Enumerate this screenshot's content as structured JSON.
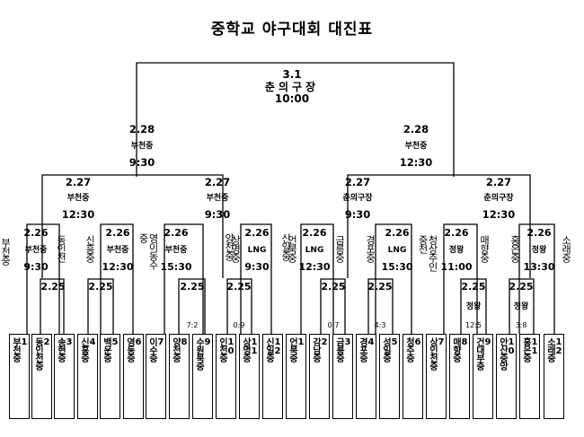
{
  "title": "중학교 야구대회 대진표",
  "teams": [
    "1\n부천중",
    "2\n동인천중",
    "3\n송현중",
    "4\n신흥중",
    "5\n백운중",
    "6\n영동중",
    "7\n이수중",
    "8\n양천중",
    "9\n수원북중",
    "10\n인천중",
    "11\n상명중",
    "12\n신일중",
    "1\n언북중",
    "2\n강남중",
    "3\n금릉중",
    "4\n경포중",
    "5\n성일중",
    "6\n청주중",
    "7\n상인천중",
    "8\n매향중",
    "9\n건대부중",
    "10\n안산중앙",
    "11\n홍은중",
    "12\n소래중"
  ],
  "matches": {
    "final": {
      "date": "3.1",
      "venue": "춘의구장",
      "time": "10:00"
    },
    "semi_left": {
      "date": "2.28",
      "venue": "부천중",
      "time": "9:30"
    },
    "semi_right": {
      "date": "2.28",
      "venue": "부천중",
      "time": "12:30"
    },
    "qf1": {
      "date": "2.27",
      "venue": "부천중",
      "time": "12:30"
    },
    "qf2": {
      "date": "2.27",
      "venue": "부천중",
      "time": "9:30"
    },
    "qf3": {
      "date": "2.27",
      "venue": "춘의구장",
      "time": "9:30"
    },
    "qf4": {
      "date": "2.27",
      "venue": "춘의구장",
      "time": "12:30"
    },
    "r16_1": {
      "date": "2.26",
      "venue": "부천중",
      "time": "9:30"
    },
    "r16_2": {
      "date": "2.26",
      "venue": "부천중",
      "time": "12:30"
    },
    "r16_3": {
      "date": "2.26",
      "venue": "부천중",
      "time": "15:30"
    },
    "r16_4": {
      "date": "2.26",
      "venue": "LNG",
      "time": "9:30"
    },
    "r16_5": {
      "date": "2.26",
      "venue": "LNG",
      "time": "12:30"
    },
    "r16_6": {
      "date": "2.26",
      "venue": "LNG",
      "time": "15:30"
    },
    "r16_7": {
      "date": "2.26",
      "venue": "정왕",
      "time": "11:00"
    },
    "r16_8": {
      "date": "2.26",
      "venue": "정왕",
      "time": "13:30"
    },
    "r24_1": {
      "date": "2.25"
    },
    "r24_2": {
      "date": "2.25"
    },
    "r24_3": {
      "date": "2.25"
    },
    "r24_4": {
      "date": "2.25"
    },
    "r24_5": {
      "date": "2.25"
    },
    "r24_6": {
      "date": "2.25"
    },
    "r24_7": {
      "date": "2.25",
      "venue": "정왕"
    },
    "r24_8": {
      "date": "2.25",
      "venue": "정왕"
    }
  },
  "advancing": {
    "a1": "부천중",
    "a2": "동인천",
    "a3": "신흥중",
    "a4": "영이동수중",
    "a5": "양천중",
    "a6": "상명중",
    "a7": "신일중",
    "a8": "언북중",
    "a9": "금릉중",
    "a10": "경포중",
    "a11": "청상주인중천",
    "a12": "매향중",
    "a13": "홍은중",
    "a14": "소래중"
  },
  "scores": {
    "s1": "7:2",
    "s2": "0:9",
    "s3": "0:7",
    "s4": "4:3",
    "s5": "12:5",
    "s6": "3:8"
  }
}
